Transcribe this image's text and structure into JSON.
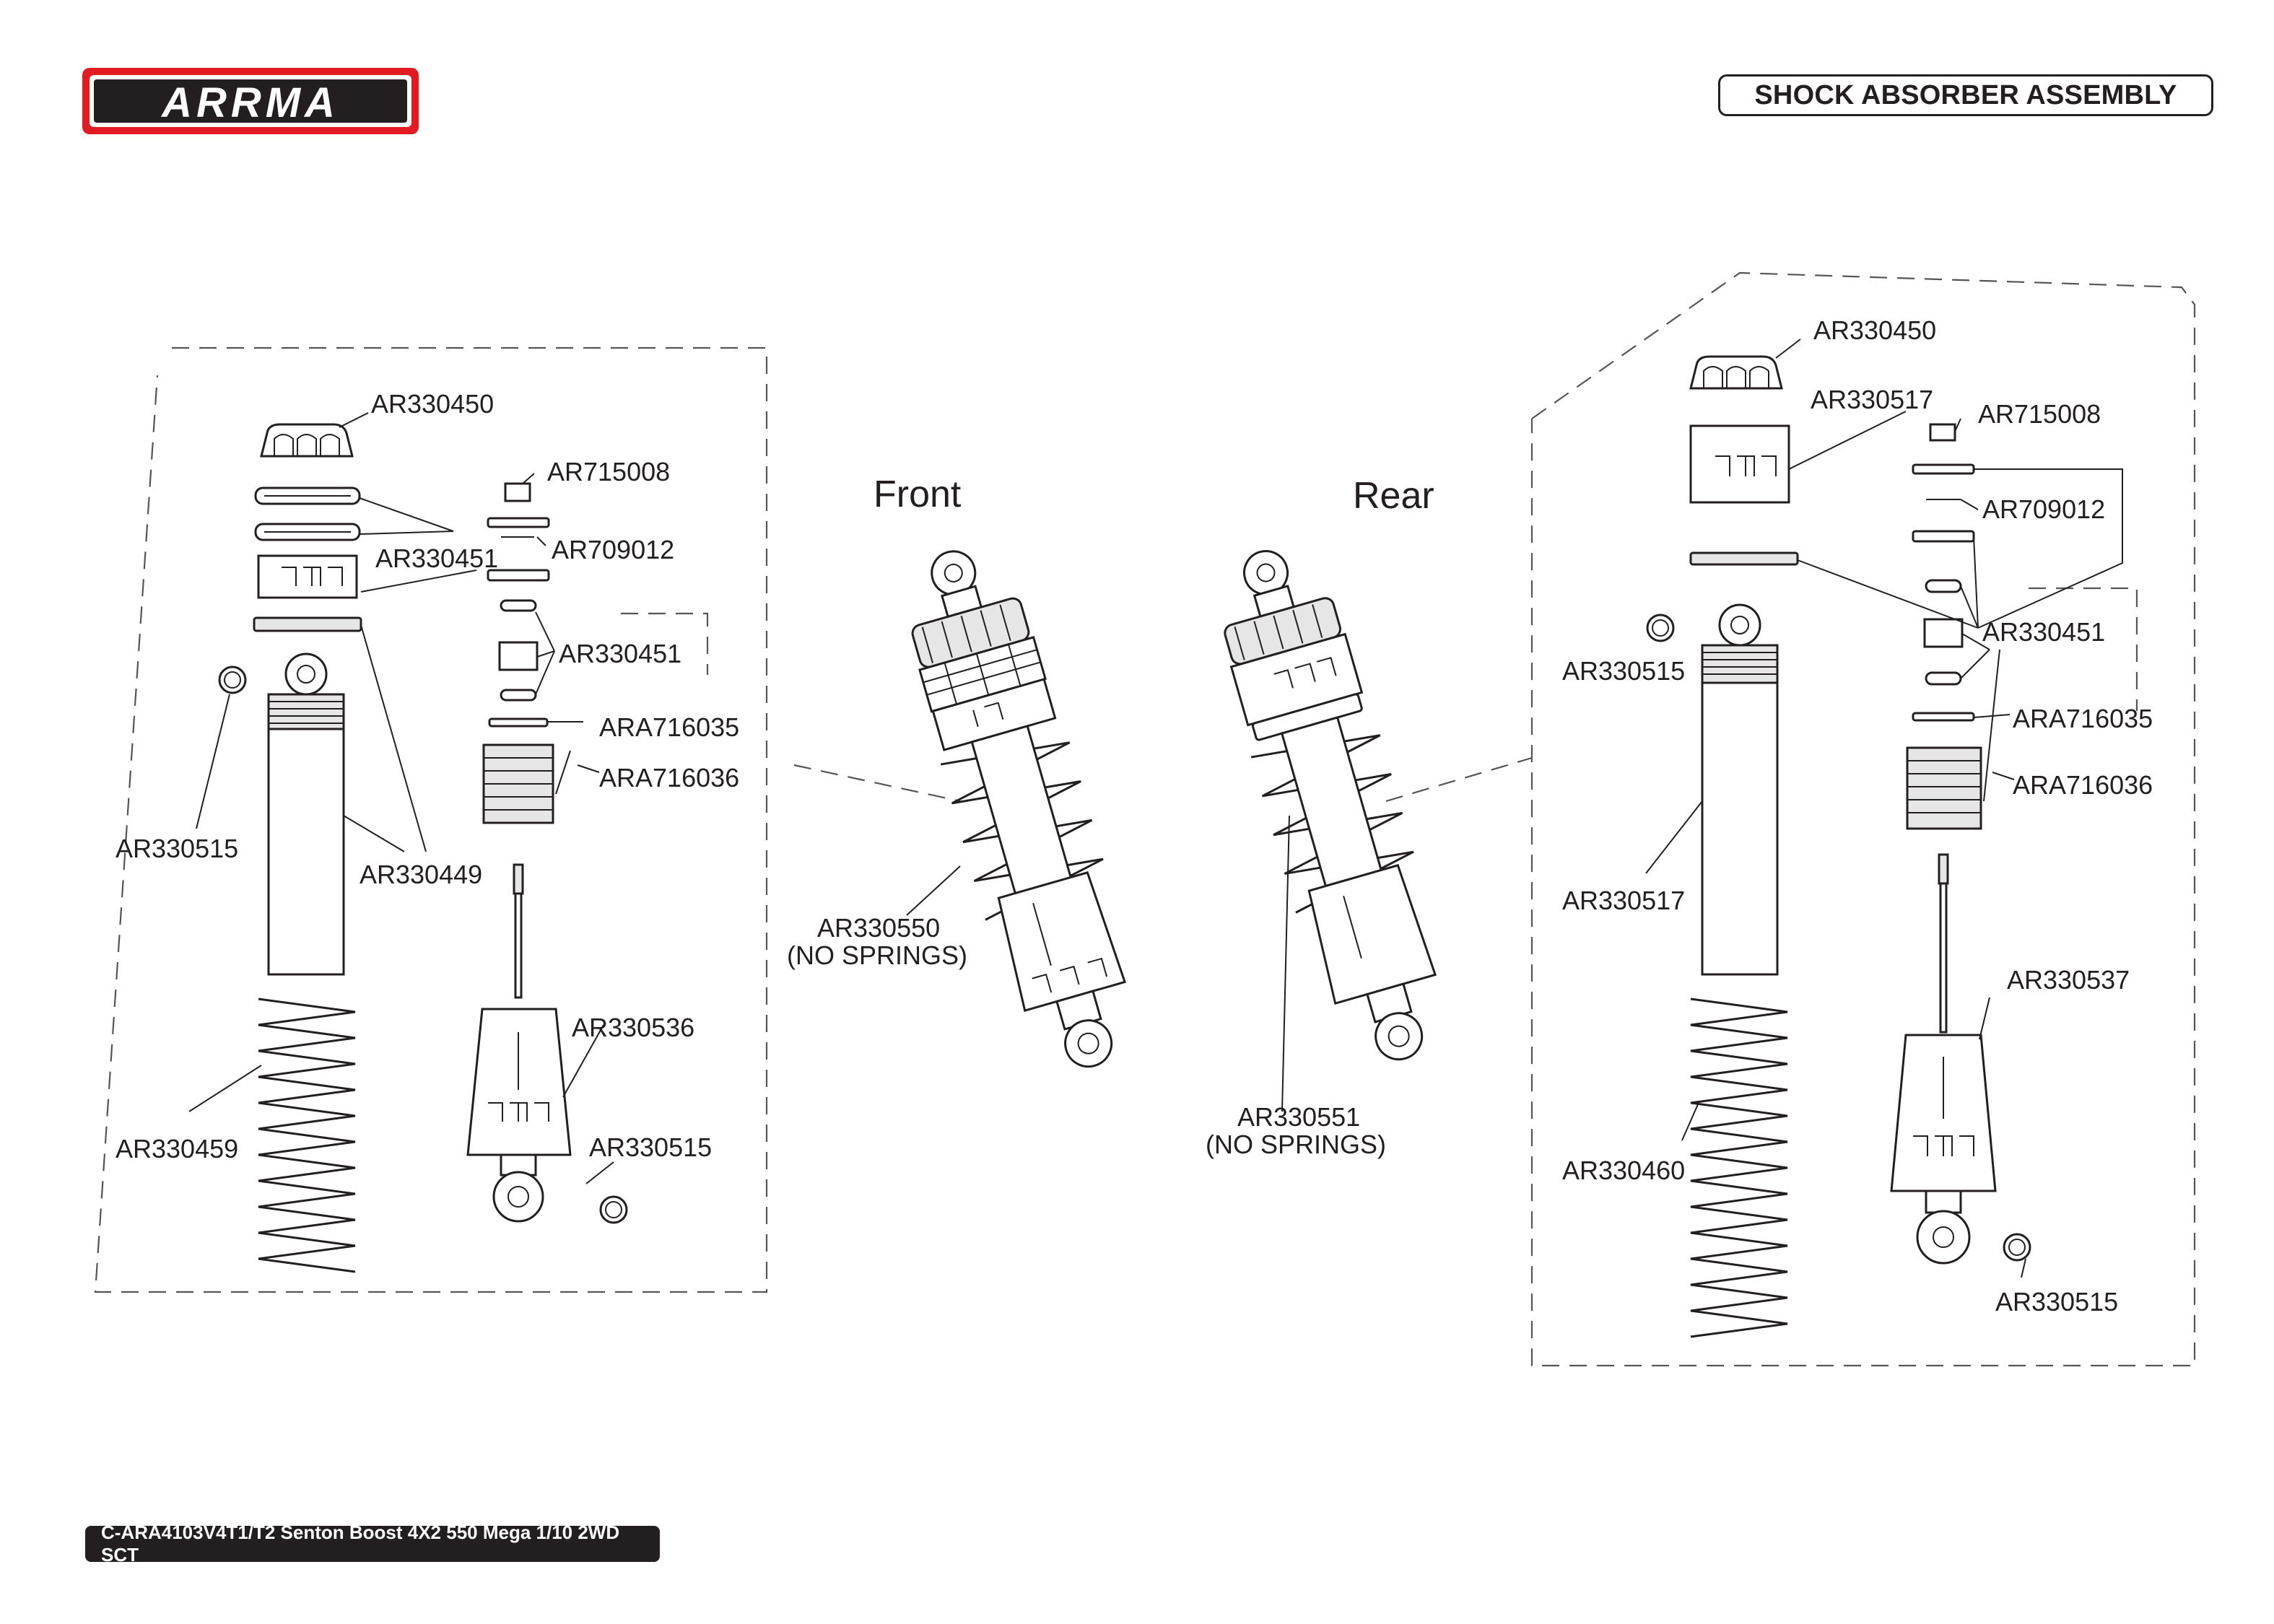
{
  "brand": {
    "logo_text": "ARRMA",
    "accent": "#e21b23"
  },
  "header": {
    "title": "SHOCK ABSORBER ASSEMBLY"
  },
  "footer": {
    "model": "C-ARA4103V4T1/T2 Senton Boost 4X2 550 Mega 1/10 2WD SCT"
  },
  "diagram": {
    "view_labels": {
      "front": "Front",
      "rear": "Rear"
    },
    "front_parts": {
      "cap": "AR330450",
      "o_rings": "AR330451",
      "nut": "AR715008",
      "washer": "AR709012",
      "collar": "AR330451",
      "bushing": "AR330515",
      "body": "AR330449",
      "piston": "ARA716035",
      "cartridge": "ARA716036",
      "spring": "AR330459",
      "lower_end": "AR330536",
      "lower_bushing": "AR330515"
    },
    "rear_parts": {
      "cap": "AR330450",
      "collar": "AR330517",
      "nut": "AR715008",
      "washer": "AR709012",
      "o_rings": "AR330451",
      "bushing": "AR330515",
      "body": "AR330517",
      "piston": "ARA716035",
      "cartridge": "ARA716036",
      "spring": "AR330460",
      "lower_end": "AR330537",
      "lower_bushing": "AR330515"
    },
    "assembly_front": {
      "part": "AR330550",
      "note": "(NO SPRINGS)"
    },
    "assembly_rear": {
      "part": "AR330551",
      "note": "(NO SPRINGS)"
    }
  }
}
